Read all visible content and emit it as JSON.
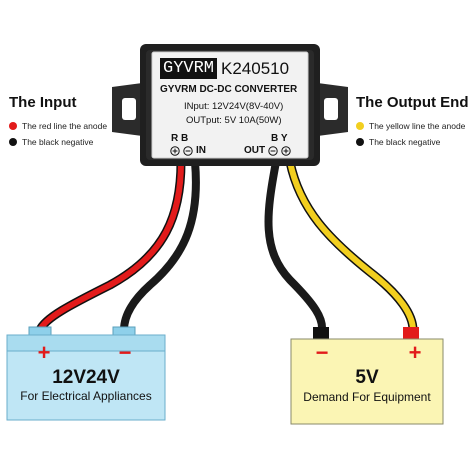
{
  "input_section": {
    "heading": "The Input",
    "legend": [
      {
        "color": "#e21b1b",
        "text": "The red line the anode"
      },
      {
        "color": "#111111",
        "text": "The black negative"
      }
    ]
  },
  "output_section": {
    "heading": "The Output End",
    "legend": [
      {
        "color": "#f2cf1f",
        "text": "The yellow line the anode"
      },
      {
        "color": "#111111",
        "text": "The black negative"
      }
    ]
  },
  "converter": {
    "brand": "GYVRM",
    "model": "K240510",
    "title": "GYVRM  DC-DC  CONVERTER",
    "input_spec": "INput: 12V24V(8V-40V)",
    "output_spec": "OUTput: 5V 10A(50W)",
    "in_terminal_letters": "R  B",
    "in_terminal_label": "IN",
    "out_terminal_letters": "B  Y",
    "out_terminal_label": "OUT"
  },
  "source_battery": {
    "voltage": "12V24V",
    "caption": "For Electrical Appliances",
    "positive": "+",
    "negative": "−",
    "color": "#bfe6f5"
  },
  "load_battery": {
    "voltage": "5V",
    "caption": "Demand For Equipment",
    "positive": "+",
    "negative": "−",
    "color": "#fbf5b4"
  },
  "wire_colors": {
    "red": "#e21b1b",
    "black": "#1a1a1a",
    "yellow": "#f2cf1f"
  }
}
